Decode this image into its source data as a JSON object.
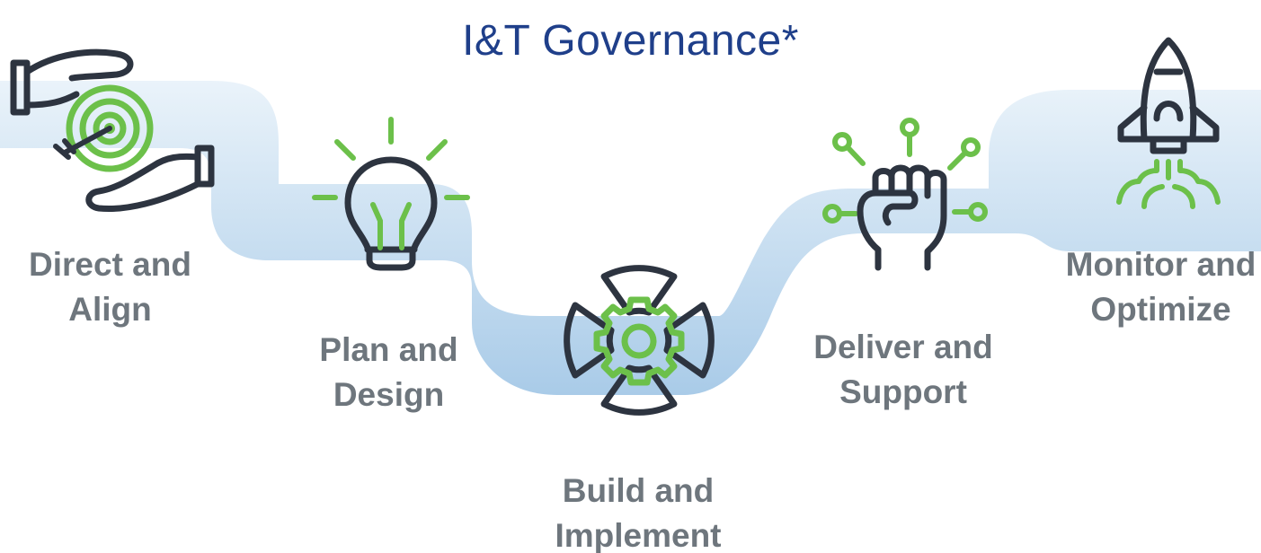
{
  "title": "I&T Governance*",
  "colors": {
    "title": "#1f3f8a",
    "label": "#6e767d",
    "icon_dark": "#2d3440",
    "icon_accent": "#6cc04a",
    "ribbon_light": "#eaf3fa",
    "ribbon_dark": "#a9cbe8"
  },
  "steps": [
    {
      "icon": "hands-target-icon",
      "line1": "Direct and",
      "line2": "Align"
    },
    {
      "icon": "lightbulb-icon",
      "line1": "Plan and",
      "line2": "Design"
    },
    {
      "icon": "gear-icon",
      "line1": "Build and",
      "line2": "Implement"
    },
    {
      "icon": "fist-icon",
      "line1": "Deliver and",
      "line2": "Support"
    },
    {
      "icon": "rocket-icon",
      "line1": "Monitor and",
      "line2": "Optimize"
    }
  ]
}
